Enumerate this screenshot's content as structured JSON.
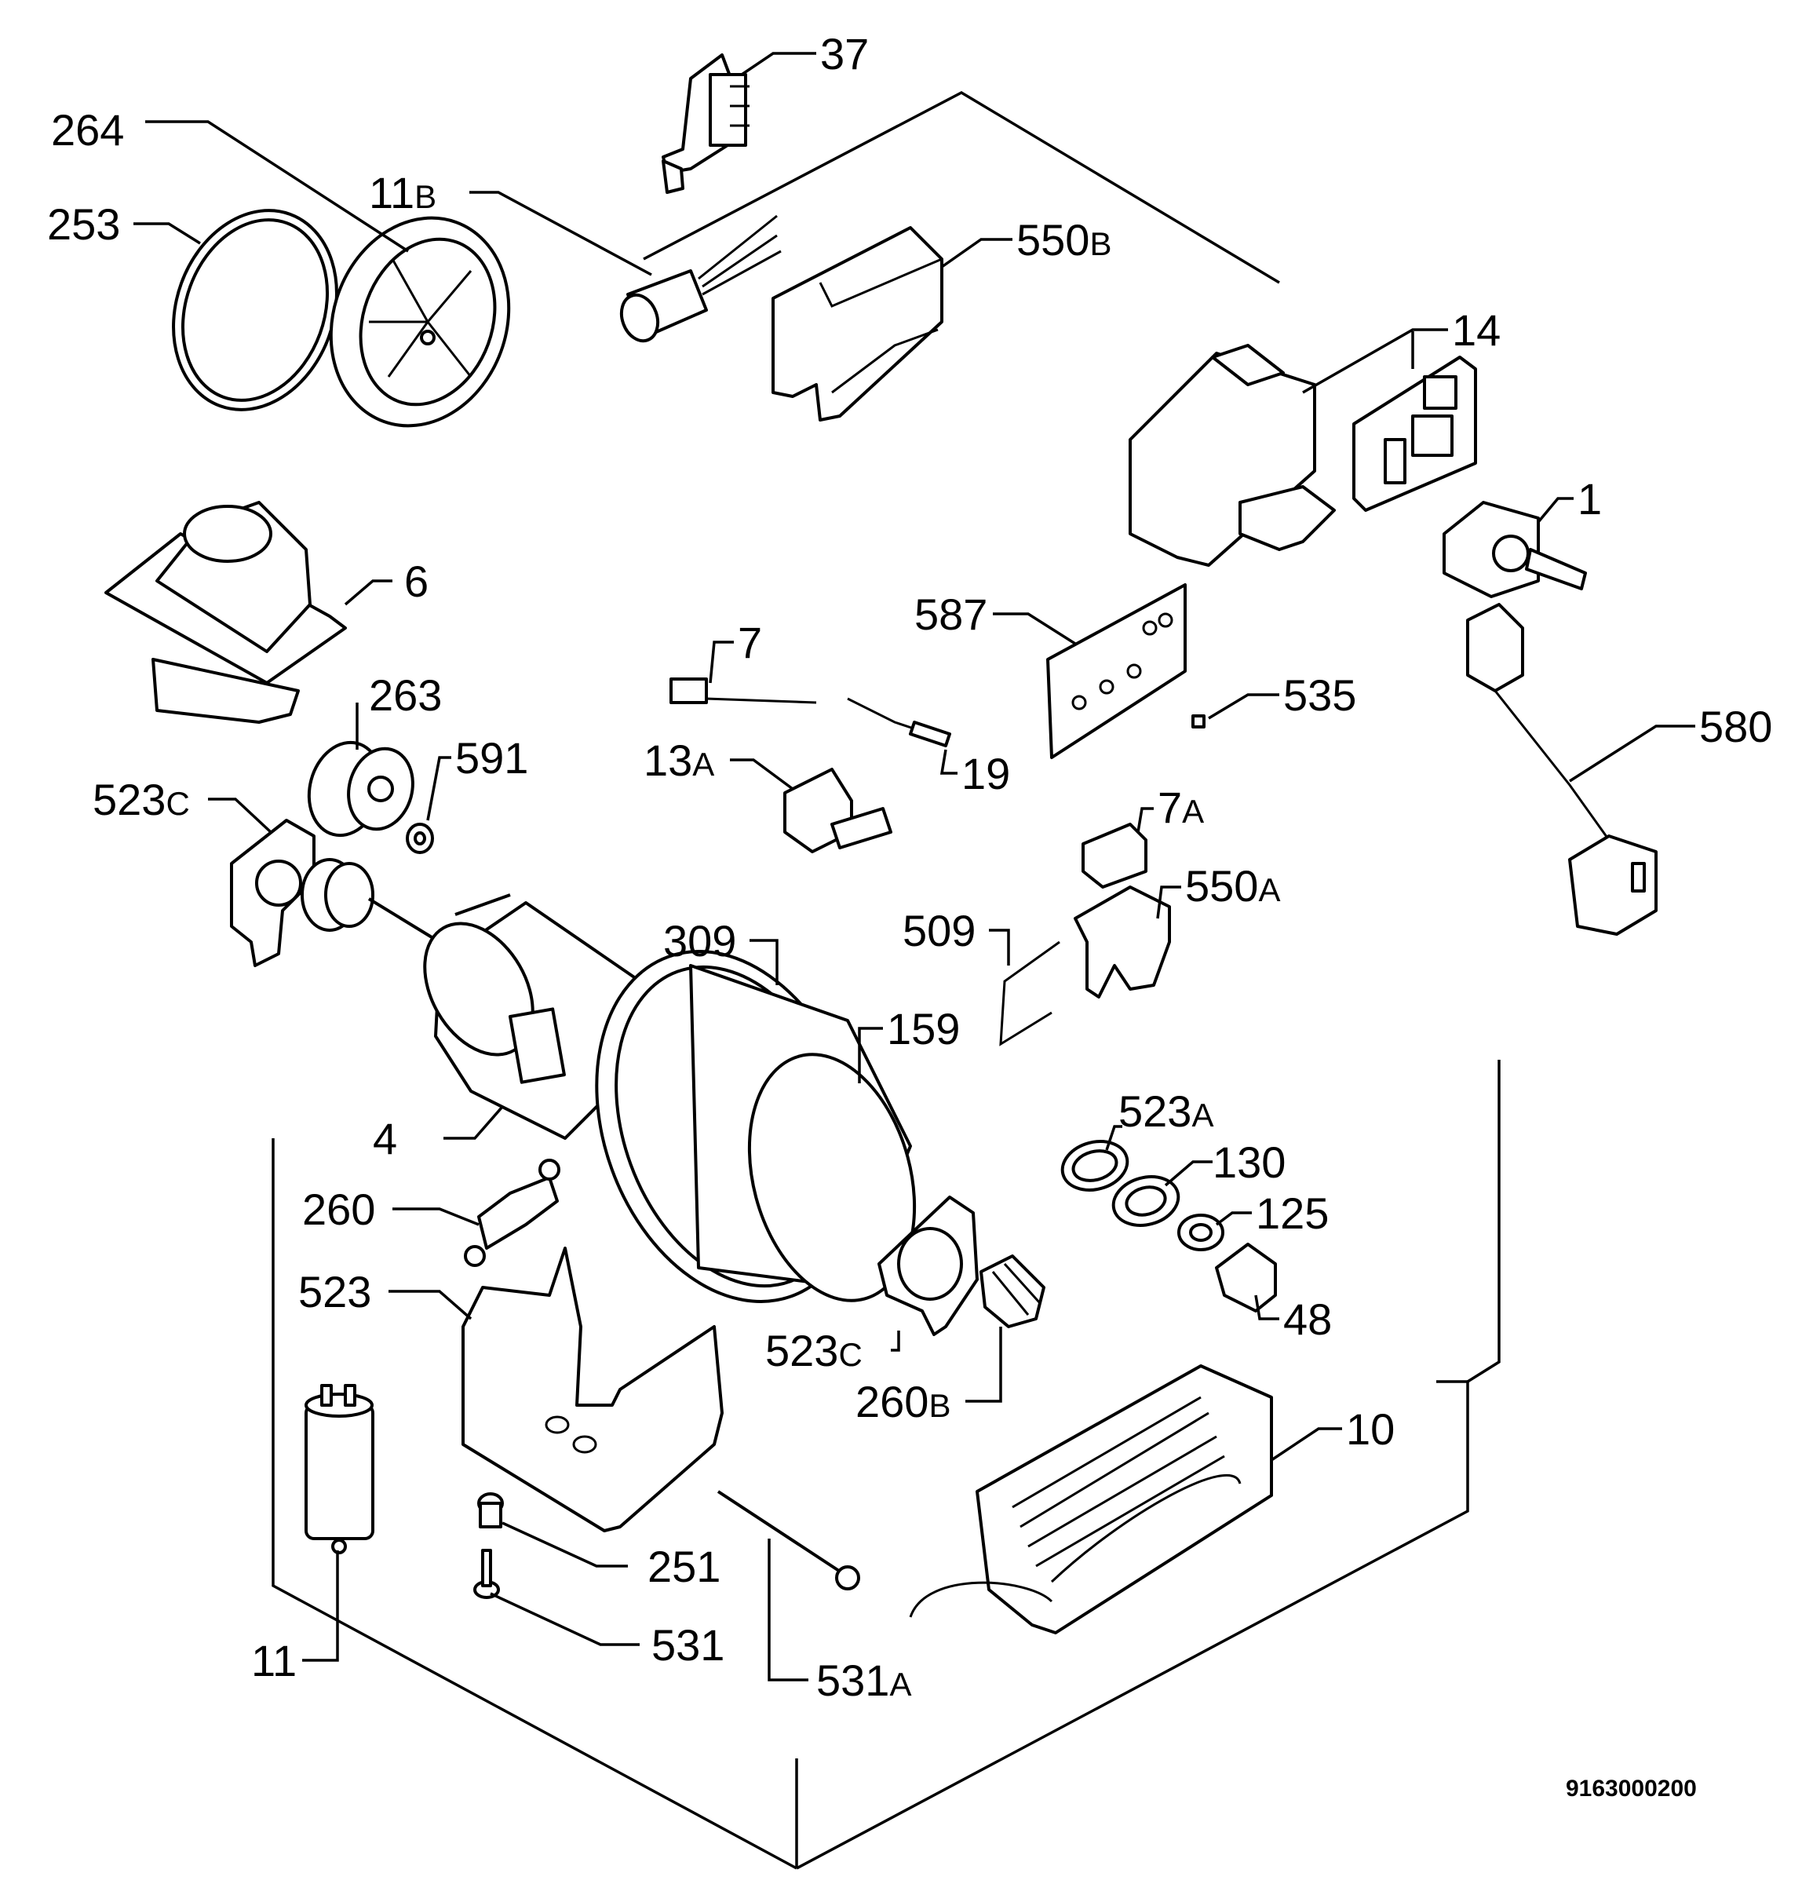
{
  "parts": [
    {
      "id": "p37",
      "num": "37",
      "suffix": ""
    },
    {
      "id": "p264",
      "num": "264",
      "suffix": ""
    },
    {
      "id": "p11b",
      "num": "11",
      "suffix": "B"
    },
    {
      "id": "p253",
      "num": "253",
      "suffix": ""
    },
    {
      "id": "p550b",
      "num": "550",
      "suffix": "B"
    },
    {
      "id": "p14",
      "num": "14",
      "suffix": ""
    },
    {
      "id": "p1",
      "num": "1",
      "suffix": ""
    },
    {
      "id": "p6",
      "num": "6",
      "suffix": ""
    },
    {
      "id": "p587",
      "num": "587",
      "suffix": ""
    },
    {
      "id": "p7",
      "num": "7",
      "suffix": ""
    },
    {
      "id": "p263",
      "num": "263",
      "suffix": ""
    },
    {
      "id": "p535",
      "num": "535",
      "suffix": ""
    },
    {
      "id": "p591",
      "num": "591",
      "suffix": ""
    },
    {
      "id": "p580",
      "num": "580",
      "suffix": ""
    },
    {
      "id": "p13a",
      "num": "13",
      "suffix": "A"
    },
    {
      "id": "p19",
      "num": "19",
      "suffix": ""
    },
    {
      "id": "p523c_top",
      "num": "523",
      "suffix": "C"
    },
    {
      "id": "p7a",
      "num": "7",
      "suffix": "A"
    },
    {
      "id": "p550a",
      "num": "550",
      "suffix": "A"
    },
    {
      "id": "p509",
      "num": "509",
      "suffix": ""
    },
    {
      "id": "p309",
      "num": "309",
      "suffix": ""
    },
    {
      "id": "p159",
      "num": "159",
      "suffix": ""
    },
    {
      "id": "p4",
      "num": "4",
      "suffix": ""
    },
    {
      "id": "p523a",
      "num": "523",
      "suffix": "A"
    },
    {
      "id": "p130",
      "num": "130",
      "suffix": ""
    },
    {
      "id": "p260",
      "num": "260",
      "suffix": ""
    },
    {
      "id": "p125",
      "num": "125",
      "suffix": ""
    },
    {
      "id": "p523",
      "num": "523",
      "suffix": ""
    },
    {
      "id": "p48",
      "num": "48",
      "suffix": ""
    },
    {
      "id": "p523c_bot",
      "num": "523",
      "suffix": "C"
    },
    {
      "id": "p260b",
      "num": "260",
      "suffix": "B"
    },
    {
      "id": "p10",
      "num": "10",
      "suffix": ""
    },
    {
      "id": "p251",
      "num": "251",
      "suffix": ""
    },
    {
      "id": "p531",
      "num": "531",
      "suffix": ""
    },
    {
      "id": "p11",
      "num": "11",
      "suffix": ""
    },
    {
      "id": "p531a",
      "num": "531",
      "suffix": "A"
    }
  ],
  "drawing_code": "9163000200"
}
